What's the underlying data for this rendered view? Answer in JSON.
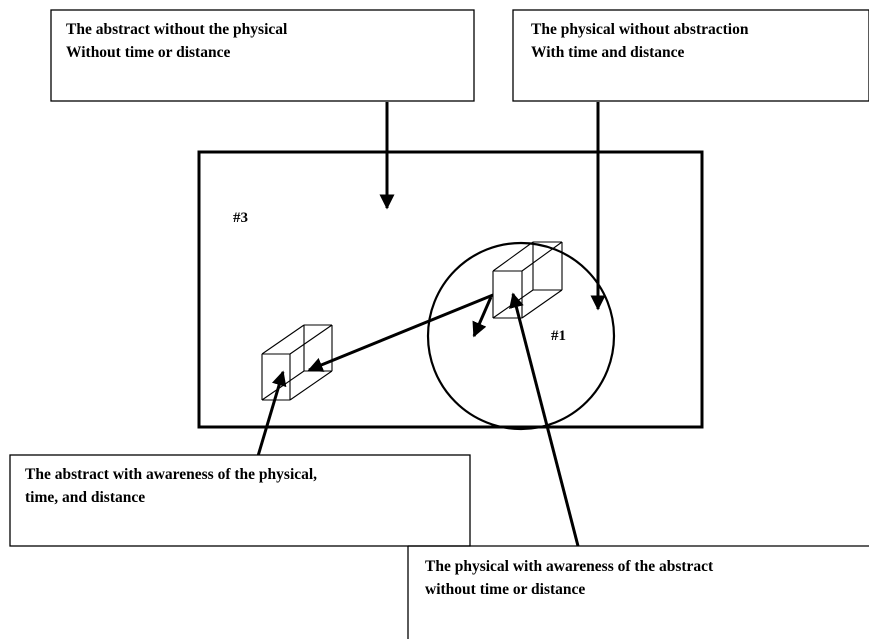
{
  "diagram": {
    "boxes": {
      "top_left": {
        "line1": "The abstract without the physical",
        "line2": "Without time or distance"
      },
      "top_right": {
        "line1": "The physical without abstraction",
        "line2": "With time and distance"
      },
      "bottom_left": {
        "line1": "The abstract with awareness of the physical,",
        "line2": "time, and distance"
      },
      "bottom_right": {
        "line1": "The physical with awareness of the abstract",
        "line2": "without time or distance"
      }
    },
    "markers": {
      "outer": "#3",
      "inner": "#1"
    },
    "icons": [
      "cube-icon",
      "cube-icon"
    ],
    "colors": {
      "stroke": "#000000",
      "background": "#ffffff"
    }
  }
}
